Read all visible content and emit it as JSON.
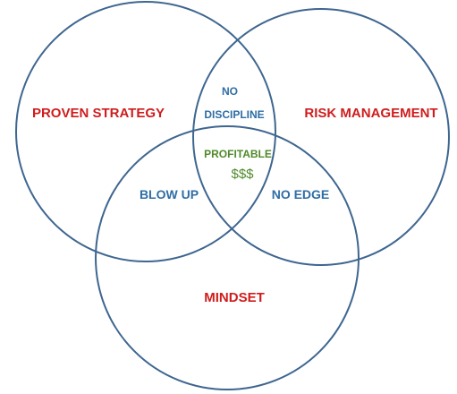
{
  "colors": {
    "circle_stroke": "#3e6690",
    "primary_label": "#d01c1c",
    "overlap_label": "#2e6da4",
    "center_label": "#4f8a2a"
  },
  "sets": {
    "strategy": "PROVEN STRATEGY",
    "risk": "RISK MANAGEMENT",
    "mindset": "MINDSET"
  },
  "overlaps": {
    "strategy_risk_line1": "NO",
    "strategy_risk_line2": "DISCIPLINE",
    "strategy_mindset": "BLOW UP",
    "risk_mindset": "NO EDGE",
    "center": "PROFITABLE",
    "center_symbol": "$$$"
  }
}
